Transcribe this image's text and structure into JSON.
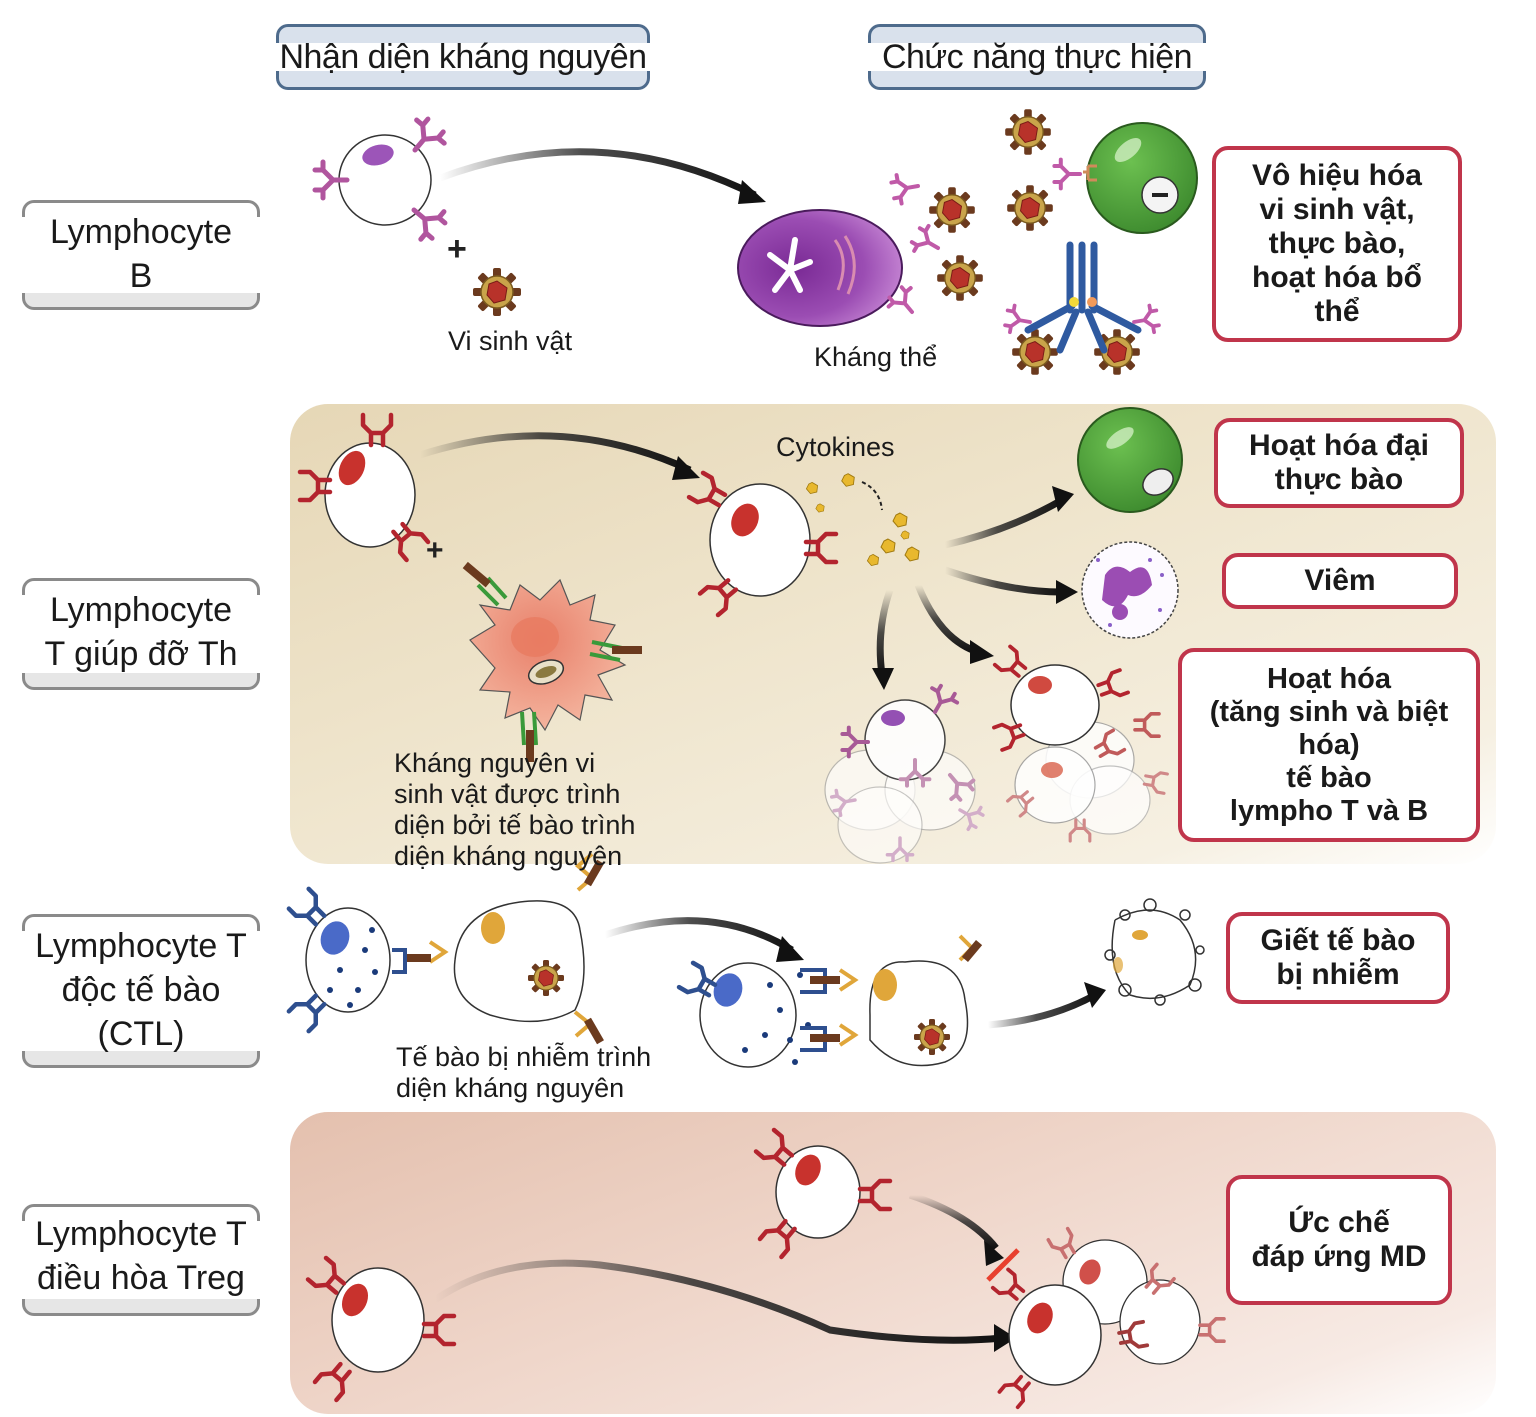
{
  "columns": {
    "recognition": "Nhận diện kháng nguyên",
    "function": "Chức năng thực hiện"
  },
  "rows": [
    {
      "id": "b-cell",
      "label_lines": [
        "Lymphocyte",
        "B"
      ],
      "captions": {
        "microbe": "Vi sinh vật",
        "antibody": "Kháng thể",
        "plus": "+"
      },
      "function_lines": [
        "Vô hiệu hóa",
        "vi sinh vật,",
        "thực bào,",
        "hoạt hóa bổ",
        "thể"
      ]
    },
    {
      "id": "th-cell",
      "label_lines": [
        "Lymphocyte",
        "T giúp đỡ Th"
      ],
      "captions": {
        "cytokines": "Cytokines",
        "plus": "+",
        "apc_lines": [
          "Kháng nguyên vi",
          "sinh vật được trình",
          "diện bởi tế bào trình",
          "diện kháng nguyên"
        ]
      },
      "functions": [
        {
          "id": "macrophage",
          "lines": [
            "Hoạt hóa đại",
            "thực bào"
          ]
        },
        {
          "id": "inflammation",
          "lines": [
            "Viêm"
          ]
        },
        {
          "id": "activation",
          "lines": [
            "Hoạt hóa",
            "(tăng sinh và biệt",
            "hóa)",
            "tế bào",
            "lympho T và B"
          ]
        }
      ]
    },
    {
      "id": "ctl-cell",
      "label_lines": [
        "Lymphocyte T",
        "độc tế bào",
        "(CTL)"
      ],
      "captions": {
        "infected_lines": [
          "Tế bào bị nhiễm trình",
          "diện kháng nguyên"
        ]
      },
      "function_lines": [
        "Giết tế bào",
        "bị nhiễm"
      ]
    },
    {
      "id": "treg-cell",
      "label_lines": [
        "Lymphocyte T",
        "điều hòa Treg"
      ],
      "function_lines": [
        "Ức chế",
        "đáp ứng MD"
      ]
    }
  ],
  "colors": {
    "box_border": "#c0354b",
    "header_border": "#4e6b8c",
    "header_fill": "#d9e1ec",
    "th_panel": "#e6d7b6",
    "treg_panel": "#e4c0ae",
    "b_receptor": "#b0559e",
    "t_receptor": "#b3242e",
    "ctl_receptor": "#2e4f8f",
    "mhc": "#e0a63a",
    "macrophage": "#4fa33b"
  }
}
